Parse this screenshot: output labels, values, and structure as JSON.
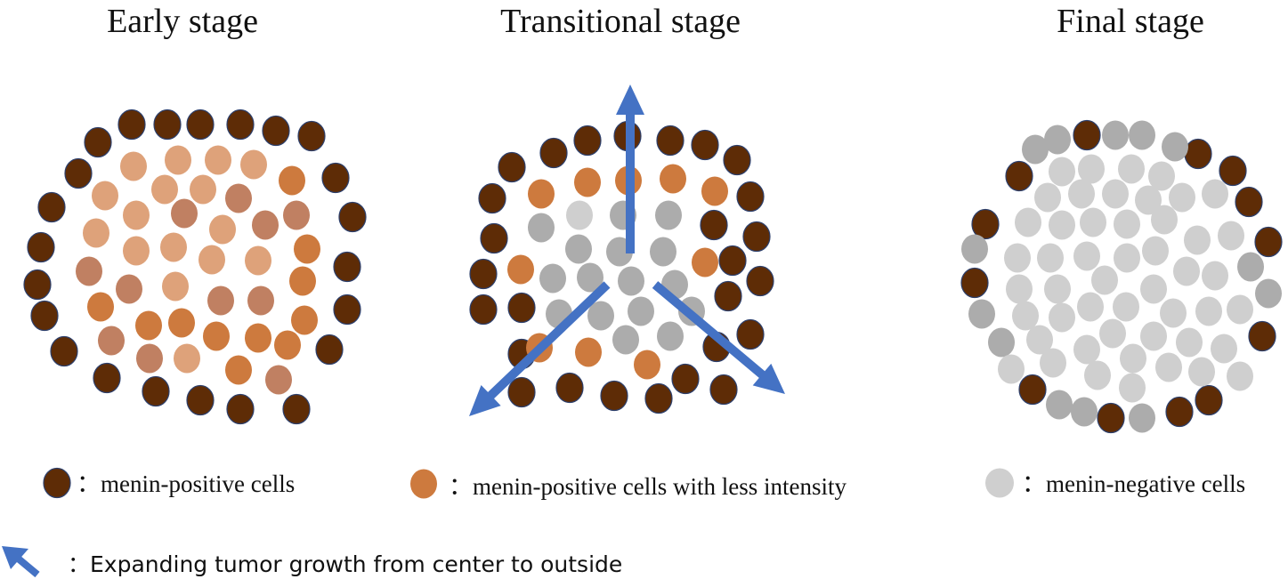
{
  "stages": [
    {
      "title": "Early stage"
    },
    {
      "title": "Transitional stage"
    },
    {
      "title": "Final stage"
    }
  ],
  "legend": {
    "positive": "：menin-positive cells",
    "less_intensity": "：menin-positive cells with less intensity",
    "negative": "：menin-negative cells",
    "arrow": "：Expanding tumor growth from center to outside"
  },
  "colors": {
    "positive": "#5e2c06",
    "positive_stroke": "#2c3f6c",
    "orange": "#cd7a3e",
    "orange_light": "#dea27a",
    "brown_muted": "#c08062",
    "gray_mid": "#acacac",
    "gray_light": "#cfcfcf",
    "arrow": "#4472c4"
  }
}
